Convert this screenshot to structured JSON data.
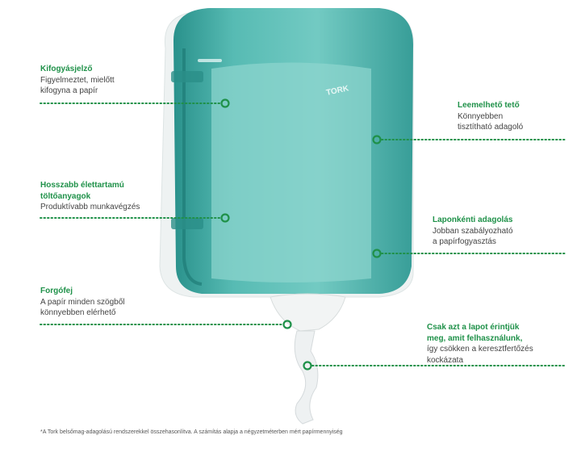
{
  "brand_logo": "TORK",
  "accent_color": "#1f9149",
  "callouts": [
    {
      "title": "Kifogyásjelző",
      "body": [
        "Figyelmeztet, mielőtt",
        "kifogyna a papír"
      ]
    },
    {
      "title": "Hosszabb élettartamú töltőanyagok",
      "title_lines": [
        "Hosszabb élettartamú",
        "töltőanyagok"
      ],
      "body": [
        "Produktívabb munkavégzés"
      ]
    },
    {
      "title": "Forgófej",
      "body": [
        "A papír minden szögből",
        "könnyebben elérhető"
      ]
    },
    {
      "title": "Leemelhető tető",
      "body": [
        "Könnyebben",
        "tisztítható adagoló"
      ]
    },
    {
      "title": "Laponkénti adagolás",
      "body": [
        "Jobban szabályozható",
        "a papírfogyasztás"
      ]
    },
    {
      "title": "Csak azt a lapot érintjük meg, amit felhasználunk,",
      "title_lines": [
        "Csak azt a lapot érintjük",
        "meg, amit felhasználunk,"
      ],
      "body": [
        "így csökken a keresztfertőzés",
        "kockázata"
      ]
    }
  ],
  "footnote": "*A Tork belsőmag-adagolású rendszerekkel összehasonlítva. A számítás alapja a négyzetméterben mért papírmennyiség"
}
